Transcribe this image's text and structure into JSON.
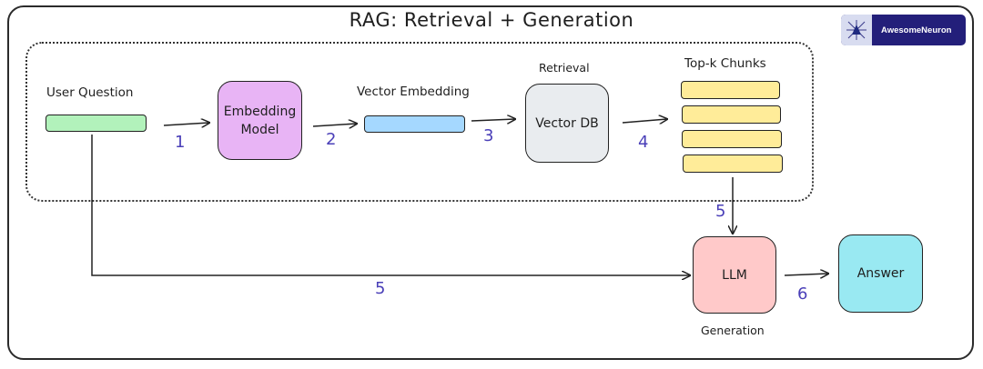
{
  "title": "RAG: Retrieval + Generation",
  "brand": {
    "name": "AwesomeNeuron",
    "bg_color": "#231f7a"
  },
  "nodes": {
    "user_question": "User Question",
    "embedding_model_line1": "Embedding",
    "embedding_model_line2": "Model",
    "vector_embedding": "Vector Embedding",
    "retrieval": "Retrieval",
    "vector_db": "Vector DB",
    "topk": "Top-k Chunks",
    "llm": "LLM",
    "generation": "Generation",
    "answer": "Answer"
  },
  "steps": [
    "1",
    "2",
    "3",
    "4",
    "5",
    "5",
    "6"
  ],
  "colors": {
    "question_bar": "#b2f2bb",
    "embedding_model": "#e8b4f5",
    "vector_bar": "#a5d8ff",
    "vector_db": "#e9ecef",
    "chunks": "#ffec99",
    "llm": "#ffc9c9",
    "answer": "#99e9f2",
    "step_number": "#4a3fb8"
  }
}
